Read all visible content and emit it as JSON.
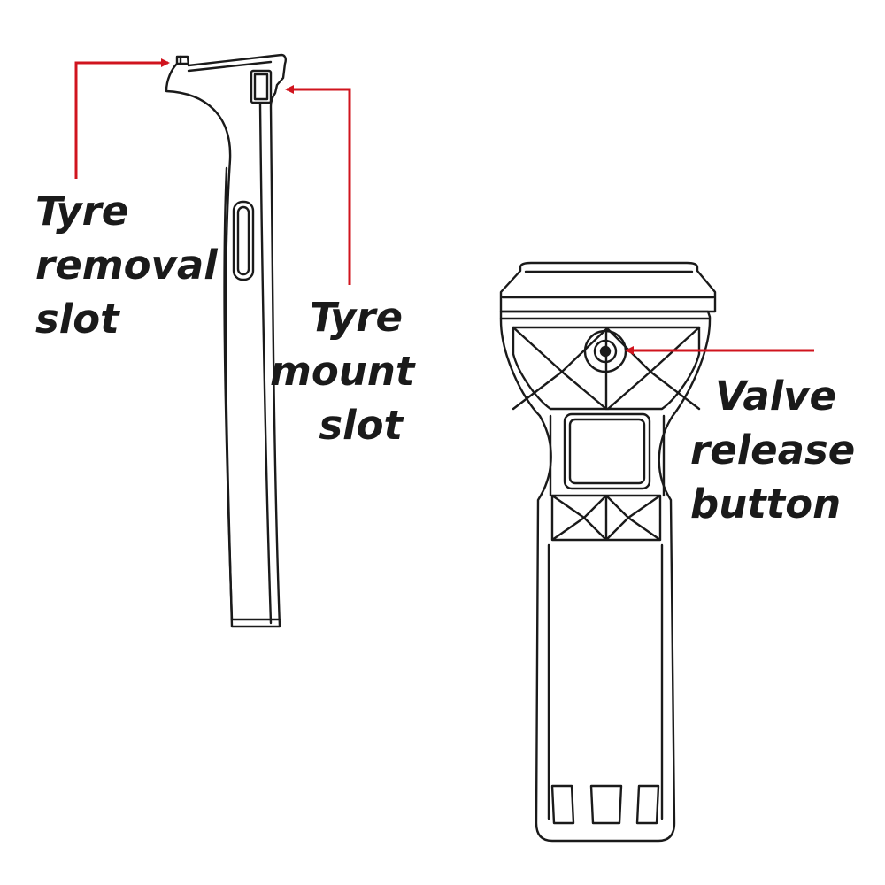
{
  "labels": {
    "tyre_removal_slot": [
      "Tyre",
      "removal",
      "slot"
    ],
    "tyre_mount_slot": [
      "Tyre",
      "mount",
      "slot"
    ],
    "valve_release_button": [
      "Valve",
      "release",
      "button"
    ]
  },
  "colors": {
    "outline": "#1a1a1a",
    "arrow": "#d0141e",
    "background": "#ffffff"
  }
}
